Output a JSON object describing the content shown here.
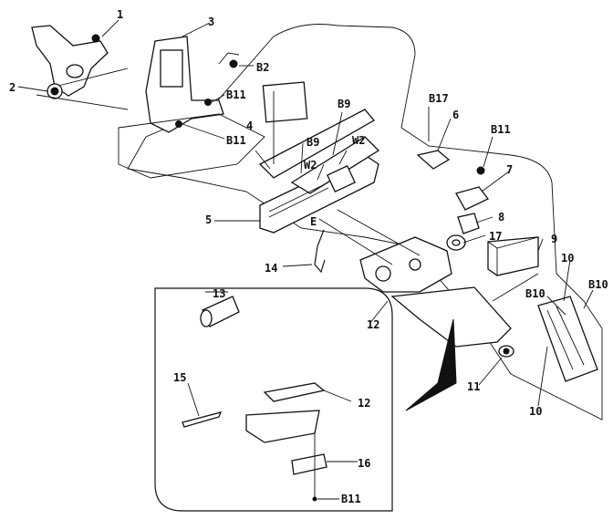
{
  "diagram": {
    "labels": {
      "p1": "1",
      "p2": "2",
      "p3": "3",
      "p4": "4",
      "p5": "5",
      "p6": "6",
      "p7": "7",
      "p8": "8",
      "p9": "9",
      "p10a": "10",
      "p10b": "10",
      "p11": "11",
      "p12a": "12",
      "p12b": "12",
      "p13": "13",
      "p14": "14",
      "p15": "15",
      "p16": "16",
      "p17": "17",
      "b2": "B2",
      "b11a": "B11",
      "b11b": "B11",
      "b11c": "B11",
      "b11d": "B11",
      "b17": "B17",
      "b9": "B9",
      "b9b": "B9",
      "w2a": "W2",
      "w2b": "W2",
      "b10a": "B10",
      "b10b": "B10",
      "e": "E"
    }
  }
}
